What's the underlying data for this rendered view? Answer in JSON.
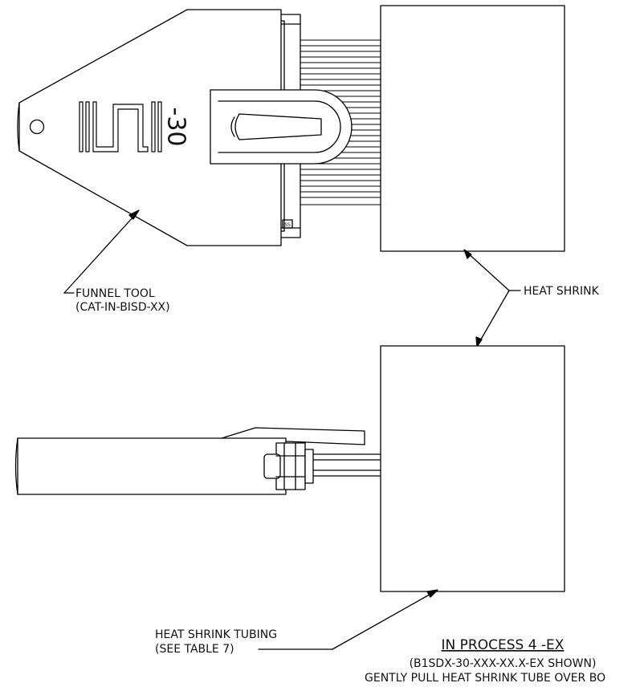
{
  "colors": {
    "line": "#000000",
    "background": "#ffffff",
    "text": "#111111"
  },
  "labels": {
    "funnel_tool": [
      "FUNNEL TOOL",
      "(CAT-IN-BISD-XX)"
    ],
    "heat_shrink": "HEAT SHRINK",
    "heat_shrink_tubing": [
      "HEAT SHRINK TUBING",
      "(SEE TABLE 7)"
    ]
  },
  "tool_marking": {
    "number": "-30",
    "small_mark": "SS"
  },
  "process": {
    "title": "IN PROCESS 4 -EX",
    "shown": "(B1SDX-30-XXX-XX.X-EX SHOWN)",
    "instruction": "GENTLY PULL HEAT SHRINK TUBE OVER BO"
  }
}
